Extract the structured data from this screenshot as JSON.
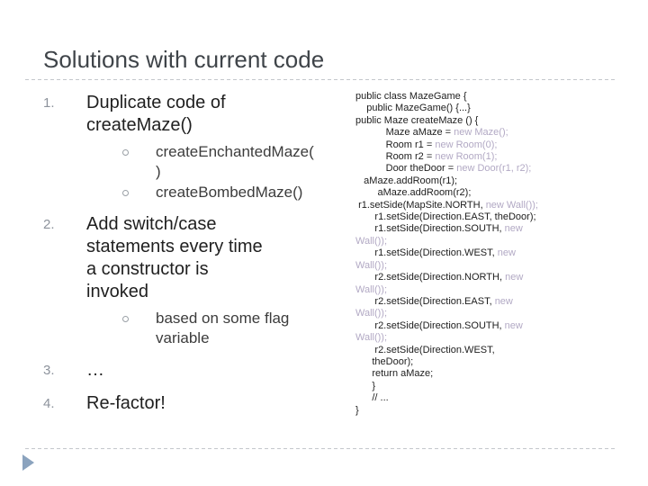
{
  "slide": {
    "title": "Solutions with current code",
    "colors": {
      "title": "#3f4449",
      "dash": "#c3c7cb",
      "triangle": "#8ba3be",
      "list_number": "#8d939c",
      "list_main_text": "#1f1f1f",
      "list_sub_text": "#3c3c3c",
      "code_text": "#1d1d1d",
      "code_new_highlight": "#b2a9c4"
    }
  },
  "list": {
    "items": [
      {
        "number": "1.",
        "text": "Duplicate code of\ncreateMaze()",
        "subs": [
          "createEnchantedMaze(\n)",
          "createBombedMaze()"
        ]
      },
      {
        "number": "2.",
        "text": "Add switch/case\nstatements every time\na constructor is\ninvoked",
        "subs": [
          "based on some flag\nvariable"
        ]
      },
      {
        "number": "3.",
        "text": "…",
        "subs": []
      },
      {
        "number": "4.",
        "text": "Re-factor!",
        "subs": []
      }
    ]
  },
  "code": {
    "lines": [
      {
        "indent": 0,
        "segments": [
          {
            "text": "public class MazeGame {",
            "style": "plain"
          }
        ]
      },
      {
        "indent": 4,
        "segments": [
          {
            "text": "public MazeGame() {...}",
            "style": "plain"
          }
        ]
      },
      {
        "indent": 0,
        "segments": [
          {
            "text": "public Maze createMaze () {",
            "style": "plain"
          }
        ]
      },
      {
        "indent": 11,
        "segments": [
          {
            "text": "Maze aMaze = ",
            "style": "plain"
          },
          {
            "text": "new Maze();",
            "style": "new"
          }
        ]
      },
      {
        "indent": 11,
        "segments": [
          {
            "text": "Room r1 = ",
            "style": "plain"
          },
          {
            "text": "new Room(0);",
            "style": "new"
          }
        ]
      },
      {
        "indent": 11,
        "segments": [
          {
            "text": "Room r2 = ",
            "style": "plain"
          },
          {
            "text": "new Room(1);",
            "style": "new"
          }
        ]
      },
      {
        "indent": 11,
        "segments": [
          {
            "text": "Door theDoor = ",
            "style": "plain"
          },
          {
            "text": "new Door(r1, r2);",
            "style": "new"
          }
        ]
      },
      {
        "indent": 3,
        "segments": [
          {
            "text": "aMaze.addRoom(r1);",
            "style": "plain"
          }
        ]
      },
      {
        "indent": 8,
        "segments": [
          {
            "text": "aMaze.addRoom(r2);",
            "style": "plain"
          }
        ]
      },
      {
        "indent": 1,
        "segments": [
          {
            "text": "r1.setSide(MapSite.NORTH, ",
            "style": "plain"
          },
          {
            "text": "new Wall());",
            "style": "new"
          }
        ]
      },
      {
        "indent": 7,
        "segments": [
          {
            "text": "r1.setSide(Direction.EAST, theDoor);",
            "style": "plain"
          }
        ]
      },
      {
        "indent": 7,
        "segments": [
          {
            "text": "r1.setSide(Direction.SOUTH, ",
            "style": "plain"
          },
          {
            "text": "new",
            "style": "new"
          }
        ]
      },
      {
        "indent": 0,
        "segments": [
          {
            "text": "Wall());",
            "style": "new"
          }
        ]
      },
      {
        "indent": 7,
        "segments": [
          {
            "text": "r1.setSide(Direction.WEST, ",
            "style": "plain"
          },
          {
            "text": "new",
            "style": "new"
          }
        ]
      },
      {
        "indent": 0,
        "segments": [
          {
            "text": "Wall());",
            "style": "new"
          }
        ]
      },
      {
        "indent": 7,
        "segments": [
          {
            "text": "r2.setSide(Direction.NORTH, ",
            "style": "plain"
          },
          {
            "text": "new",
            "style": "new"
          }
        ]
      },
      {
        "indent": 0,
        "segments": [
          {
            "text": "Wall());",
            "style": "new"
          }
        ]
      },
      {
        "indent": 7,
        "segments": [
          {
            "text": "r2.setSide(Direction.EAST, ",
            "style": "plain"
          },
          {
            "text": "new",
            "style": "new"
          }
        ]
      },
      {
        "indent": 0,
        "segments": [
          {
            "text": "Wall());",
            "style": "new"
          }
        ]
      },
      {
        "indent": 7,
        "segments": [
          {
            "text": "r2.setSide(Direction.SOUTH, ",
            "style": "plain"
          },
          {
            "text": "new",
            "style": "new"
          }
        ]
      },
      {
        "indent": 0,
        "segments": [
          {
            "text": "Wall());",
            "style": "new"
          }
        ]
      },
      {
        "indent": 7,
        "segments": [
          {
            "text": "r2.setSide(Direction.WEST,",
            "style": "plain"
          }
        ]
      },
      {
        "indent": 6,
        "segments": [
          {
            "text": "theDoor);",
            "style": "plain"
          }
        ]
      },
      {
        "indent": 6,
        "segments": [
          {
            "text": "return aMaze;",
            "style": "plain"
          }
        ]
      },
      {
        "indent": 6,
        "segments": [
          {
            "text": "}",
            "style": "plain"
          }
        ]
      },
      {
        "indent": 6,
        "segments": [
          {
            "text": "// ...",
            "style": "plain"
          }
        ]
      },
      {
        "indent": 0,
        "segments": [
          {
            "text": "}",
            "style": "plain"
          }
        ]
      }
    ]
  }
}
